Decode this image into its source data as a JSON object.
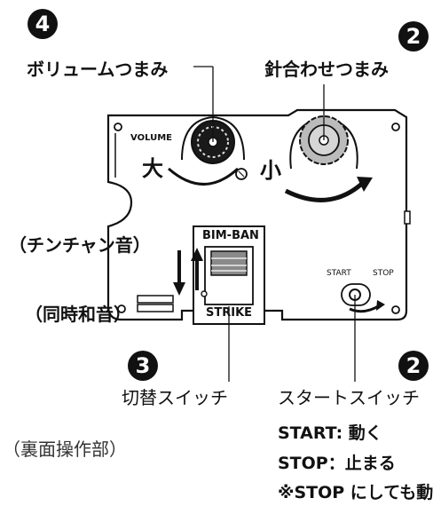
{
  "callouts": {
    "volume": {
      "badge": "4",
      "label": "ボリュームつまみ"
    },
    "tuning": {
      "badge": "2",
      "label": "針合わせつまみ"
    },
    "mode_switch": {
      "badge": "3",
      "label": "切替スイッチ"
    },
    "start_switch": {
      "badge": "2",
      "label": "スタートスイッチ"
    }
  },
  "device": {
    "volume_text": "VOLUME",
    "big": "大",
    "small": "小",
    "bim_ban": "BIM-BAN",
    "strike": "STRIKE",
    "start": "START",
    "stop": "STOP"
  },
  "side_labels": {
    "chinchan": "（チンチャン音）",
    "simultaneous": "（同時和音）"
  },
  "caption": "（裏面操作部）",
  "description": {
    "start": "START: 動く",
    "stop": "STOP：止まる",
    "note": "※STOP にしても動"
  }
}
